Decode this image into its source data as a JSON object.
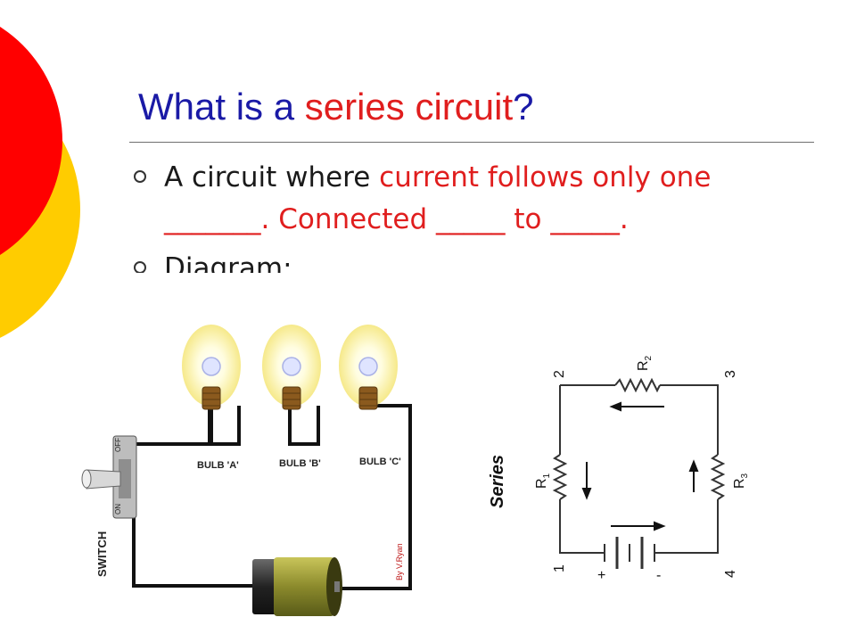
{
  "slide": {
    "title_start": "What is a ",
    "title_highlight": "series circuit",
    "title_end": "?",
    "bullets": [
      {
        "lead": "A circuit where ",
        "highlight": "current follows only one _______. Connected _____ to _____."
      },
      {
        "text": "Diagram:"
      }
    ]
  },
  "pictorial": {
    "bulbs": [
      "BULB 'A'",
      "BULB 'B'",
      "BULB 'C'"
    ],
    "switch_label": "SWITCH",
    "switch_off": "OFF",
    "switch_on": "ON",
    "credit": "By V.Ryan"
  },
  "schematic": {
    "caption": "Series",
    "nodes": [
      "1",
      "2",
      "3",
      "4"
    ],
    "resistors": {
      "r1": {
        "main": "R",
        "sub": "1"
      },
      "r2": {
        "main": "R",
        "sub": "2"
      },
      "r3": {
        "main": "R",
        "sub": "3"
      }
    },
    "battery_plus": "+",
    "battery_minus": "-"
  },
  "colors": {
    "title_blue": "#1a1aa6",
    "highlight_red": "#e01e1e",
    "deco_red": "#ff0000",
    "deco_yellow": "#ffcc00"
  }
}
